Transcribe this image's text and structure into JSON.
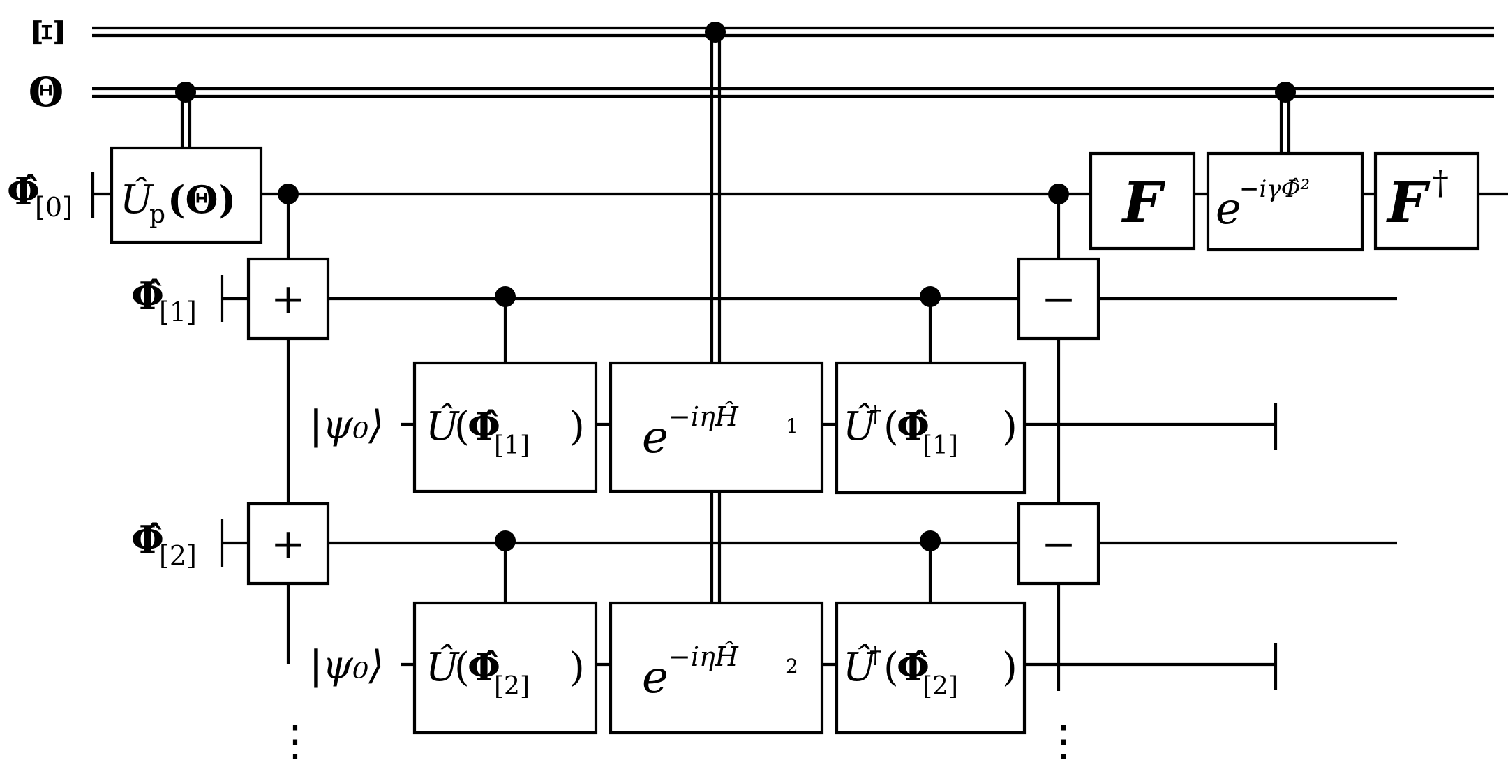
{
  "classical_registers": {
    "xi": "Ξ",
    "theta": "Θ"
  },
  "qubit_labels": {
    "phi0": {
      "main": "Φ̂",
      "sub": "[0]"
    },
    "phi1": {
      "main": "Φ̂",
      "sub": "[1]"
    },
    "phi2": {
      "main": "Φ̂",
      "sub": "[2]"
    },
    "psi_a": "|ψ₀⟩",
    "psi_b": "|ψ₀⟩"
  },
  "gates": {
    "up": {
      "u": "Û",
      "sub": "p",
      "arg": "(Θ)"
    },
    "plus1": "+",
    "plus2": "+",
    "minus1": "−",
    "minus2": "−",
    "u1": {
      "u": "Û",
      "open": "(",
      "phi": "Φ̂",
      "sub": "[1]",
      "close": ")"
    },
    "u2": {
      "u": "Û",
      "open": "(",
      "phi": "Φ̂",
      "sub": "[2]",
      "close": ")"
    },
    "eh1": {
      "e": "e",
      "exp": "−iηĤ",
      "sub": "1"
    },
    "eh2": {
      "e": "e",
      "exp": "−iηĤ",
      "sub": "2"
    },
    "ud1": {
      "u": "Û",
      "dag": "†",
      "open": "(",
      "phi": "Φ̂",
      "sub": "[1]",
      "close": ")"
    },
    "ud2": {
      "u": "Û",
      "dag": "†",
      "open": "(",
      "phi": "Φ̂",
      "sub": "[2]",
      "close": ")"
    },
    "f": "F",
    "phase": {
      "e": "e",
      "exp": "−iγΦ̂²"
    },
    "fdag": {
      "f": "F",
      "dag": "†"
    }
  },
  "continuation_dots": "⋮"
}
